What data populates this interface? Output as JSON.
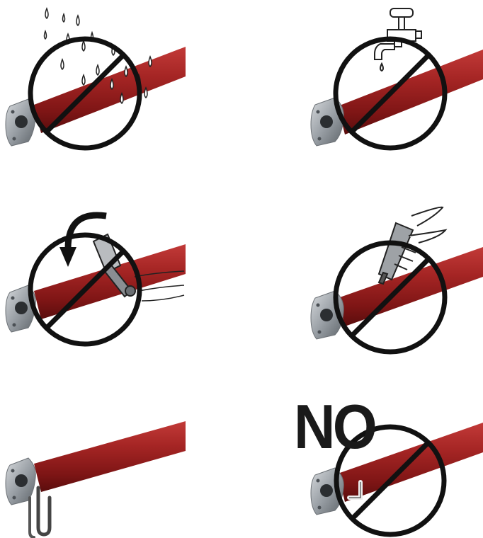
{
  "colors": {
    "tube": "#8e1b1b",
    "tube_highlight": "#c23a38",
    "tube_shadow": "#5a0d0d",
    "bracket": "#9aa0a6",
    "bracket_dark": "#5d6368",
    "prohibition": "#111111",
    "tool": "#b9bcbf"
  },
  "panels": [
    {
      "name": "no-rain-panel",
      "icon": "rain-drops-icon",
      "prohibited": true
    },
    {
      "name": "no-water-tap-panel",
      "icon": "water-tap-icon",
      "prohibited": true
    },
    {
      "name": "no-twisting-panel",
      "icon": "wrench-twist-icon",
      "prohibited": true
    },
    {
      "name": "no-drilling-panel",
      "icon": "drill-icon",
      "prohibited": true
    },
    {
      "name": "cable-down-correct-panel",
      "icon": "cable-loop-down-icon",
      "prohibited": false
    },
    {
      "name": "cable-up-incorrect-panel",
      "icon": "cable-loop-up-icon",
      "prohibited": true,
      "label": "NO"
    }
  ]
}
